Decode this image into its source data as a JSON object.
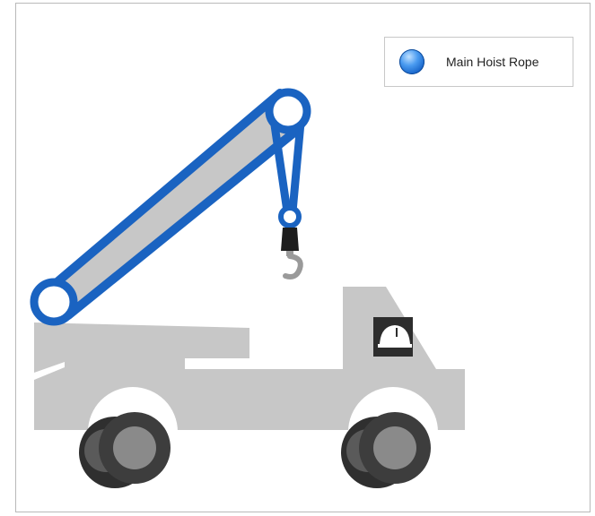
{
  "legend": {
    "items": [
      {
        "label": "Main Hoist Rope",
        "color": "#1a63c1",
        "icon": "blue-sphere-marker"
      }
    ]
  },
  "diagram": {
    "subject": "crane-truck",
    "highlighted_component": "main-hoist-rope",
    "highlight_color": "#1a63c1",
    "truck_color": "#c7c7c7",
    "tire_color": "#3d3d3d",
    "badge_icon": "hard-hat-icon"
  }
}
